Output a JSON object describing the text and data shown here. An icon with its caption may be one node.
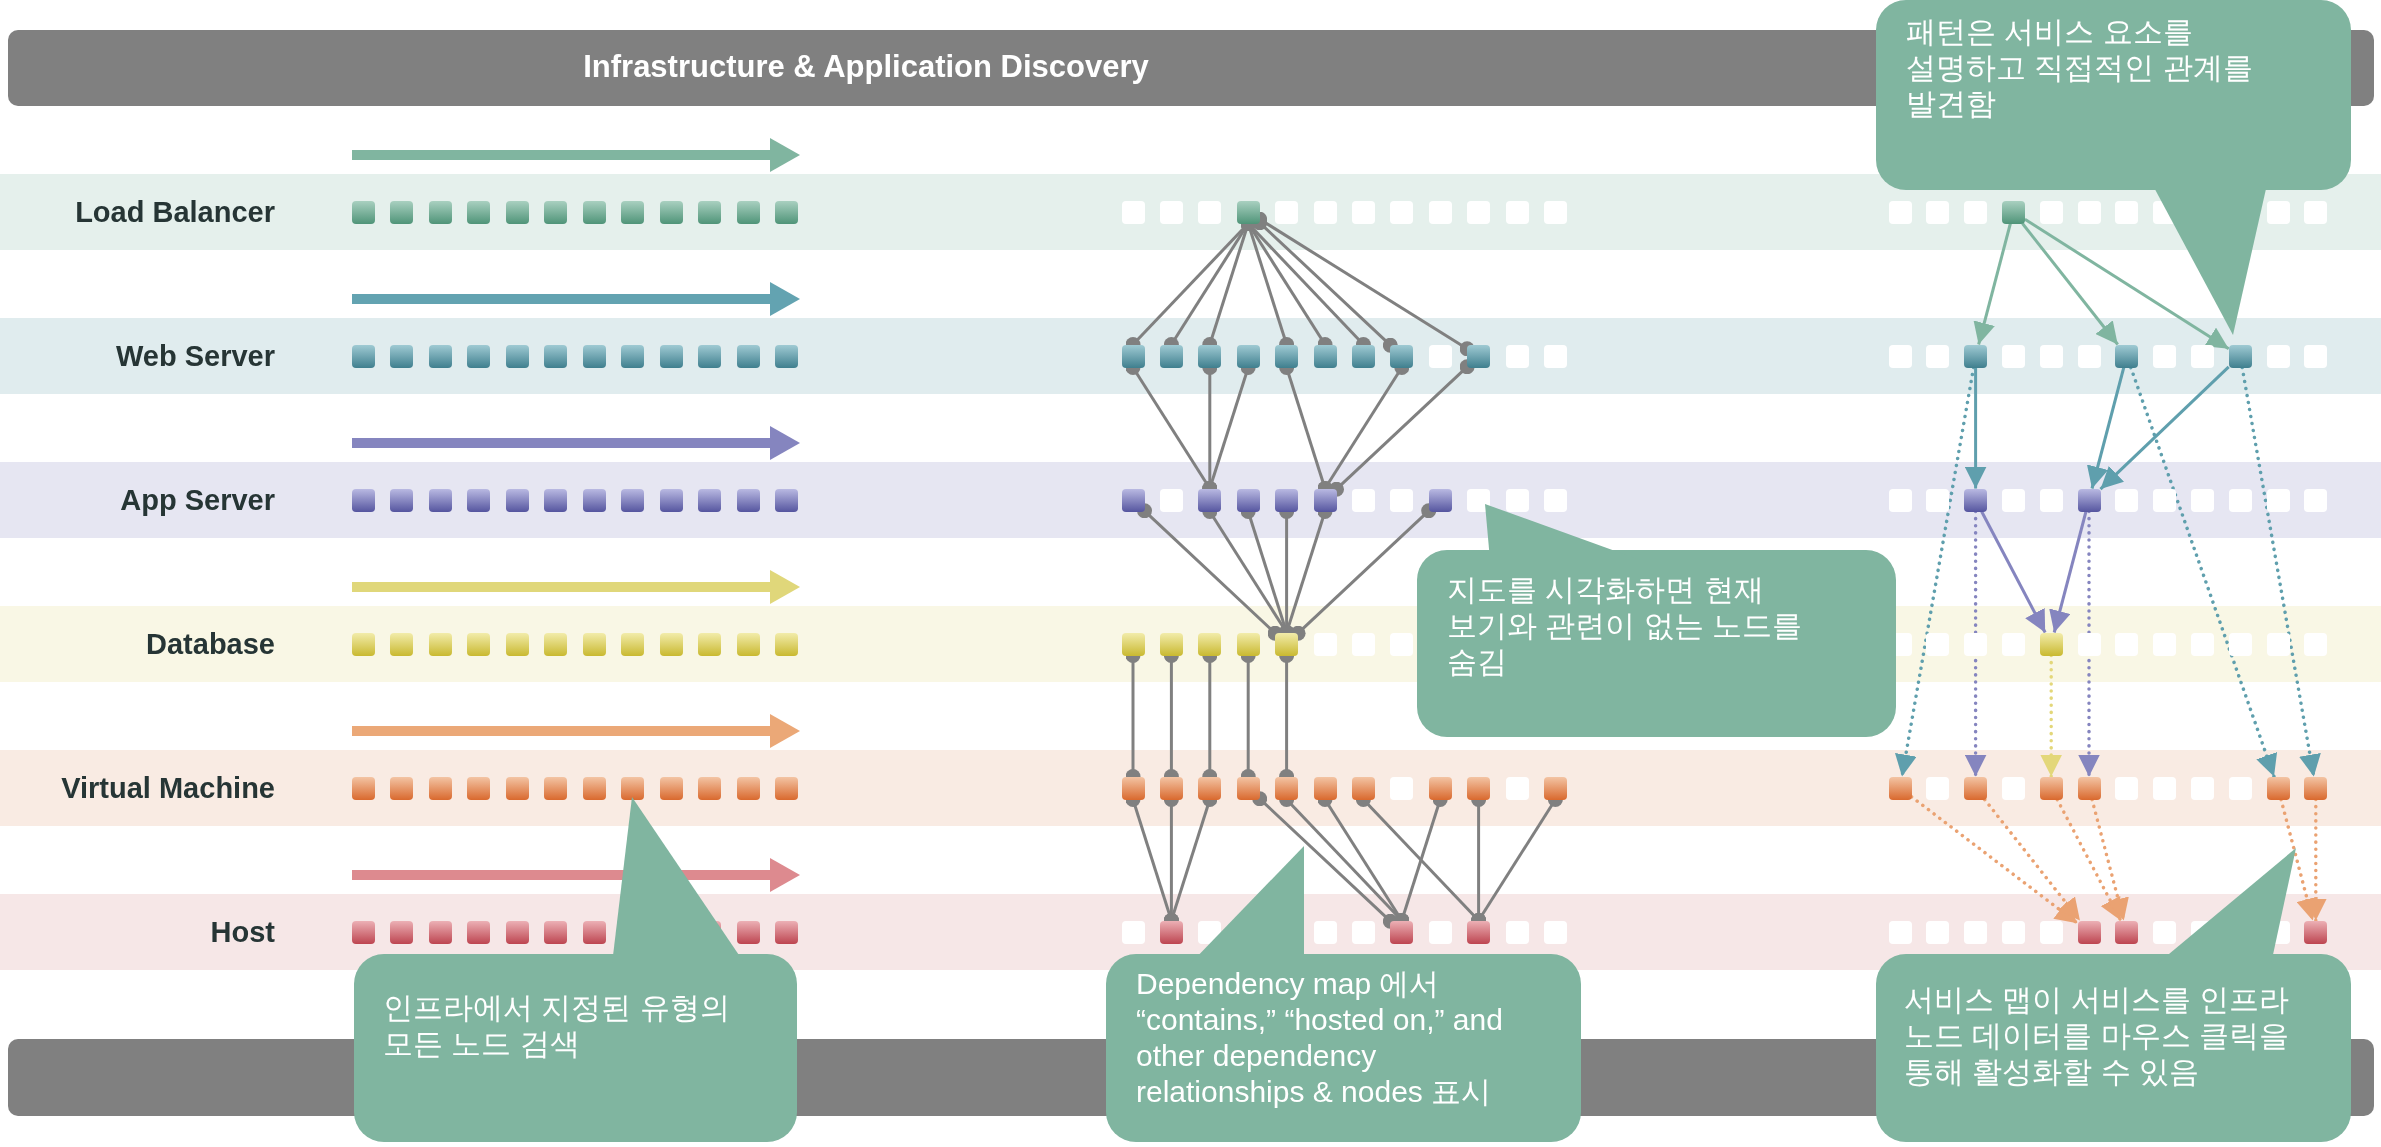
{
  "diagram": {
    "title": "Infrastructure & Application Discovery",
    "nodes": [
      {
        "text": [
          "Load Balancer"
        ]
      },
      {
        "text": [
          "Web Server"
        ]
      },
      {
        "text": [
          "App Server"
        ]
      },
      {
        "text": [
          "Database"
        ]
      },
      {
        "text": [
          "Virtual Machine"
        ]
      },
      {
        "text": [
          "Host"
        ]
      },
      {
        "text": [],
        "shape": "box",
        "in": 0
      },
      {
        "text": [],
        "shape": "box",
        "in": 0
      },
      {
        "text": [],
        "shape": "box",
        "in": 1
      },
      {
        "text": [],
        "shape": "box",
        "in": 1
      },
      {
        "text": [],
        "shape": "box",
        "in": 1
      },
      {
        "text": [],
        "shape": "box",
        "in": 1
      },
      {
        "text": [],
        "shape": "box",
        "in": 1
      },
      {
        "text": [],
        "shape": "box",
        "in": 1
      },
      {
        "text": [],
        "shape": "box",
        "in": 1
      },
      {
        "text": [],
        "shape": "box",
        "in": 1
      },
      {
        "text": [],
        "shape": "box",
        "in": 1
      },
      {
        "text": [],
        "shape": "box",
        "in": 1
      },
      {
        "text": [],
        "shape": "box",
        "in": 1
      },
      {
        "text": [],
        "shape": "box",
        "in": 1
      },
      {
        "text": [],
        "shape": "box",
        "in": 2
      },
      {
        "text": [],
        "shape": "box",
        "in": 2
      },
      {
        "text": [],
        "shape": "box",
        "in": 2
      },
      {
        "text": [],
        "shape": "box",
        "in": 2
      },
      {
        "text": [],
        "shape": "box",
        "in": 2
      },
      {
        "text": [],
        "shape": "box",
        "in": 2
      },
      {
        "text": [],
        "shape": "box",
        "in": 2
      },
      {
        "text": [],
        "shape": "box",
        "in": 2
      },
      {
        "text": [],
        "shape": "box",
        "in": 3
      },
      {
        "text": [],
        "shape": "box",
        "in": 3
      },
      {
        "text": [],
        "shape": "box",
        "in": 3
      },
      {
        "text": [],
        "shape": "box",
        "in": 3
      },
      {
        "text": [],
        "shape": "box",
        "in": 3
      },
      {
        "text": [],
        "shape": "box",
        "in": 3
      },
      {
        "text": [],
        "shape": "box",
        "in": 4
      },
      {
        "text": [],
        "shape": "box",
        "in": 4
      },
      {
        "text": [],
        "shape": "box",
        "in": 4
      },
      {
        "text": [],
        "shape": "box",
        "in": 4
      },
      {
        "text": [],
        "shape": "box",
        "in": 4
      },
      {
        "text": [],
        "shape": "box",
        "in": 4
      },
      {
        "text": [],
        "shape": "box",
        "in": 4
      },
      {
        "text": [],
        "shape": "box",
        "in": 4
      },
      {
        "text": [],
        "shape": "box",
        "in": 4
      },
      {
        "text": [],
        "shape": "box",
        "in": 4
      },
      {
        "text": [],
        "shape": "box",
        "in": 4
      },
      {
        "text": [],
        "shape": "box",
        "in": 4
      },
      {
        "text": [],
        "shape": "box",
        "in": 4
      },
      {
        "text": [],
        "shape": "box",
        "in": 4
      },
      {
        "text": [],
        "shape": "box",
        "in": 4
      },
      {
        "text": [],
        "shape": "box",
        "in": 4
      },
      {
        "text": [],
        "shape": "box",
        "in": 5
      },
      {
        "text": [],
        "shape": "box",
        "in": 5
      },
      {
        "text": [],
        "shape": "box",
        "in": 5
      },
      {
        "text": [],
        "shape": "box",
        "in": 5
      },
      {
        "text": [],
        "shape": "box",
        "in": 5
      },
      {
        "text": [],
        "shape": "box",
        "in": 5
      },
      {
        "text": [
          "패턴은 서비스 요소를 설명하고 직접적인 관계를 발견함"
        ]
      },
      {
        "text": [
          "지도를 시각화하면 현재 보기와 관련이 없는 노드를 숨김"
        ]
      },
      {
        "text": [
          "인프라에서 지정된 유형의 모든 노드 검색"
        ]
      },
      {
        "text": [
          "Dependency map 에서 “contains,” “hosted on,” and other dependency relationships & nodes 표시"
        ]
      },
      {
        "text": [
          "서비스 맵이 서비스를 인프라 노드 데이터를 마우스 클릭을 통해 활성화할 수 있음"
        ]
      }
    ],
    "edges": [
      {
        "from": 6,
        "to": 8,
        "arrow": "other"
      },
      {
        "from": 6,
        "to": 9,
        "arrow": "other"
      },
      {
        "from": 6,
        "to": 10,
        "arrow": "other"
      },
      {
        "from": 6,
        "to": 12,
        "arrow": "other"
      },
      {
        "from": 6,
        "to": 13,
        "arrow": "other"
      },
      {
        "from": 6,
        "to": 14,
        "arrow": "other"
      },
      {
        "from": 6,
        "to": 15,
        "arrow": "other"
      },
      {
        "from": 6,
        "to": 16,
        "arrow": "other"
      },
      {
        "from": 8,
        "to": 21,
        "arrow": "other"
      },
      {
        "from": 10,
        "to": 21,
        "arrow": "other"
      },
      {
        "from": 11,
        "to": 21,
        "arrow": "other"
      },
      {
        "from": 12,
        "to": 24,
        "arrow": "other"
      },
      {
        "from": 15,
        "to": 24,
        "arrow": "other"
      },
      {
        "from": 16,
        "to": 24,
        "arrow": "other"
      },
      {
        "from": 20,
        "to": 32,
        "arrow": "other"
      },
      {
        "from": 21,
        "to": 32,
        "arrow": "other"
      },
      {
        "from": 22,
        "to": 32,
        "arrow": "other"
      },
      {
        "from": 23,
        "to": 32,
        "arrow": "other"
      },
      {
        "from": 24,
        "to": 32,
        "arrow": "other"
      },
      {
        "from": 25,
        "to": 32,
        "arrow": "other"
      },
      {
        "from": 28,
        "to": 34,
        "arrow": "other"
      },
      {
        "from": 29,
        "to": 35,
        "arrow": "other"
      },
      {
        "from": 30,
        "to": 36,
        "arrow": "other"
      },
      {
        "from": 31,
        "to": 37,
        "arrow": "other"
      },
      {
        "from": 32,
        "to": 38,
        "arrow": "other"
      },
      {
        "from": 34,
        "to": 50,
        "arrow": "other"
      },
      {
        "from": 35,
        "to": 50,
        "arrow": "other"
      },
      {
        "from": 36,
        "to": 50,
        "arrow": "other"
      },
      {
        "from": 37,
        "to": 51,
        "arrow": "other"
      },
      {
        "from": 38,
        "to": 51,
        "arrow": "other"
      },
      {
        "from": 39,
        "to": 51,
        "arrow": "other"
      },
      {
        "from": 41,
        "to": 51,
        "arrow": "other"
      },
      {
        "from": 40,
        "to": 52,
        "arrow": "other"
      },
      {
        "from": 42,
        "to": 52,
        "arrow": "other"
      },
      {
        "from": 43,
        "to": 52,
        "arrow": "other"
      },
      {
        "from": 7,
        "to": 17,
        "arrow": "to",
        "color": "#80b5a0"
      },
      {
        "from": 7,
        "to": 18,
        "arrow": "to",
        "color": "#80b5a0"
      },
      {
        "from": 7,
        "to": 19,
        "arrow": "to",
        "color": "#80b5a0"
      },
      {
        "from": 17,
        "to": 26,
        "arrow": "to",
        "color": "#5f9fad"
      },
      {
        "from": 18,
        "to": 27,
        "arrow": "to",
        "color": "#5f9fad"
      },
      {
        "from": 19,
        "to": 27,
        "arrow": "to",
        "color": "#5f9fad"
      },
      {
        "from": 26,
        "to": 33,
        "arrow": "to",
        "color": "#8585bf"
      },
      {
        "from": 27,
        "to": 33,
        "arrow": "to",
        "color": "#8585bf"
      },
      {
        "from": 17,
        "to": 44,
        "arrow": "to",
        "style": "dashed",
        "color": "#5f9fad"
      },
      {
        "from": 26,
        "to": 45,
        "arrow": "to",
        "style": "dashed",
        "color": "#8585bf"
      },
      {
        "from": 33,
        "to": 46,
        "arrow": "to",
        "style": "dashed",
        "color": "#e3d77a"
      },
      {
        "from": 27,
        "to": 47,
        "arrow": "to",
        "style": "dashed",
        "color": "#8585bf"
      },
      {
        "from": 18,
        "to": 48,
        "arrow": "to",
        "style": "dashed",
        "color": "#5f9fad"
      },
      {
        "from": 19,
        "to": 49,
        "arrow": "to",
        "style": "dashed",
        "color": "#5f9fad"
      },
      {
        "from": 44,
        "to": 53,
        "arrow": "to",
        "style": "dashed",
        "color": "#eaa272"
      },
      {
        "from": 45,
        "to": 53,
        "arrow": "to",
        "style": "dashed",
        "color": "#eaa272"
      },
      {
        "from": 46,
        "to": 54,
        "arrow": "to",
        "style": "dashed",
        "color": "#eaa272"
      },
      {
        "from": 47,
        "to": 54,
        "arrow": "to",
        "style": "dashed",
        "color": "#eaa272"
      },
      {
        "from": 48,
        "to": 55,
        "arrow": "to",
        "style": "dashed",
        "color": "#eaa272"
      },
      {
        "from": 49,
        "to": 55,
        "arrow": "to",
        "style": "dashed",
        "color": "#eaa272"
      }
    ]
  }
}
